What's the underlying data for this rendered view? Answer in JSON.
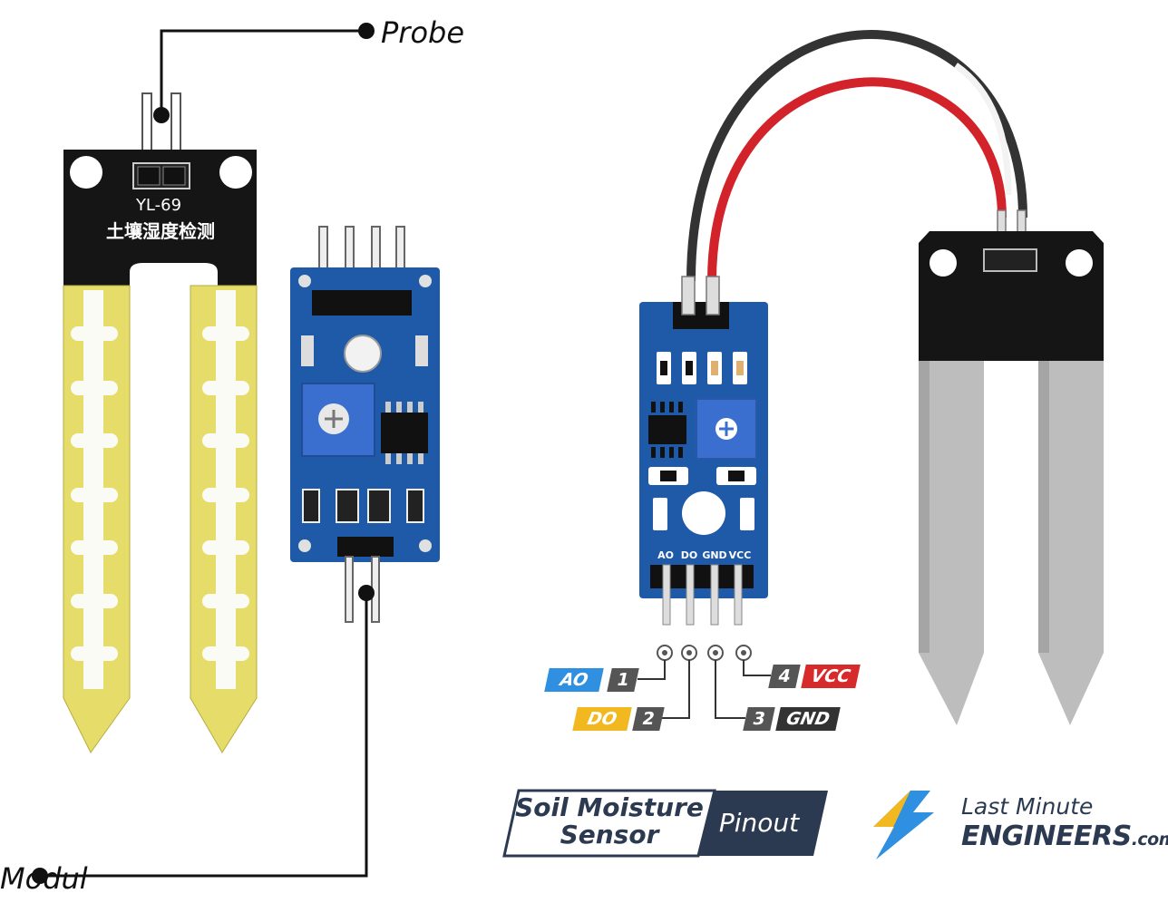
{
  "labels": {
    "probe": "Probe",
    "module": "Modul"
  },
  "left_probe": {
    "model": "YL-69",
    "chinese_text": "土壤湿度检测"
  },
  "right_module": {
    "header_labels": [
      "AO",
      "DO",
      "GND",
      "VCC"
    ]
  },
  "pins": [
    {
      "number": "1",
      "name": "AO",
      "color": "#2f8fe0"
    },
    {
      "number": "2",
      "name": "DO",
      "color": "#f2b820"
    },
    {
      "number": "3",
      "name": "GND",
      "color": "#333333"
    },
    {
      "number": "4",
      "name": "VCC",
      "color": "#d72b2b"
    }
  ],
  "title": {
    "line1": "Soil Moisture",
    "line2": "Sensor",
    "right": "Pinout"
  },
  "brand": {
    "line1": "Last Minute",
    "line2": "ENGINEERS",
    "suffix": ".com"
  },
  "colors": {
    "pcb_blue": "#1f5aa8",
    "probe_yellow": "#e6dc6a",
    "probe_black": "#151515",
    "wire_red": "#d2232a",
    "wire_black": "#333333",
    "title_dark": "#2b3a50"
  }
}
